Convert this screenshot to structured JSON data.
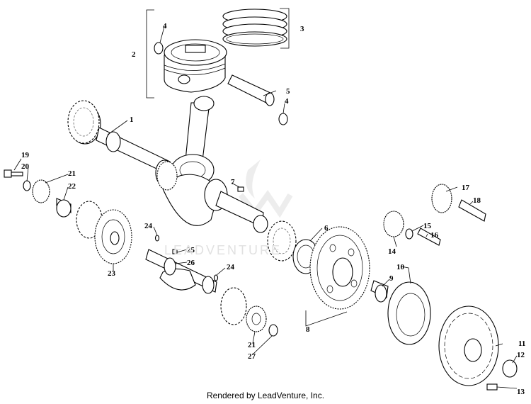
{
  "diagram": {
    "callouts": {
      "c1": "1",
      "c2": "2",
      "c3": "3",
      "c4a": "4",
      "c4b": "4",
      "c5": "5",
      "c6": "6",
      "c7": "7",
      "c8": "8",
      "c9": "9",
      "c10": "10",
      "c11": "11",
      "c12": "12",
      "c13": "13",
      "c14": "14",
      "c15": "15",
      "c16": "16",
      "c17": "17",
      "c18": "18",
      "c19": "19",
      "c20": "20",
      "c21a": "21",
      "c21b": "21",
      "c22": "22",
      "c23": "23",
      "c24a": "24",
      "c24b": "24",
      "c25": "25",
      "c26": "26",
      "c27": "27"
    },
    "watermark": "LEADVENTURE",
    "footer": "Rendered by LeadVenture, Inc."
  }
}
